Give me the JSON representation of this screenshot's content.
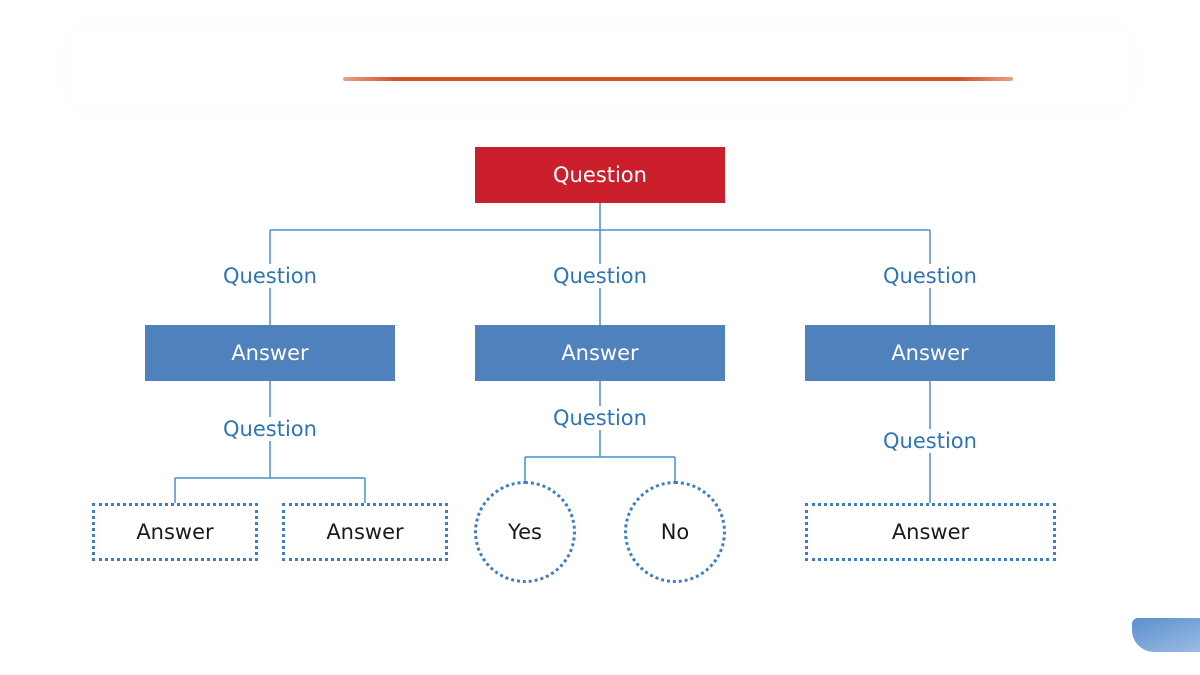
{
  "colors": {
    "root": "#cc1f2c",
    "answer": "#4f81bd",
    "connector": "#4a8fd0",
    "label": "#2e75b6",
    "accent_line": "#d35327",
    "corner_tab": "#4a83c7"
  },
  "diagram": {
    "root_label": "Question",
    "branches": [
      {
        "question": "Question",
        "answer": "Answer",
        "sub_question": "Question",
        "leaves": [
          "Answer",
          "Answer"
        ]
      },
      {
        "question": "Question",
        "answer": "Answer",
        "sub_question": "Question",
        "leaves": [
          "Yes",
          "No"
        ]
      },
      {
        "question": "Question",
        "answer": "Answer",
        "sub_question": "Question",
        "leaves": [
          "Answer"
        ]
      }
    ]
  }
}
